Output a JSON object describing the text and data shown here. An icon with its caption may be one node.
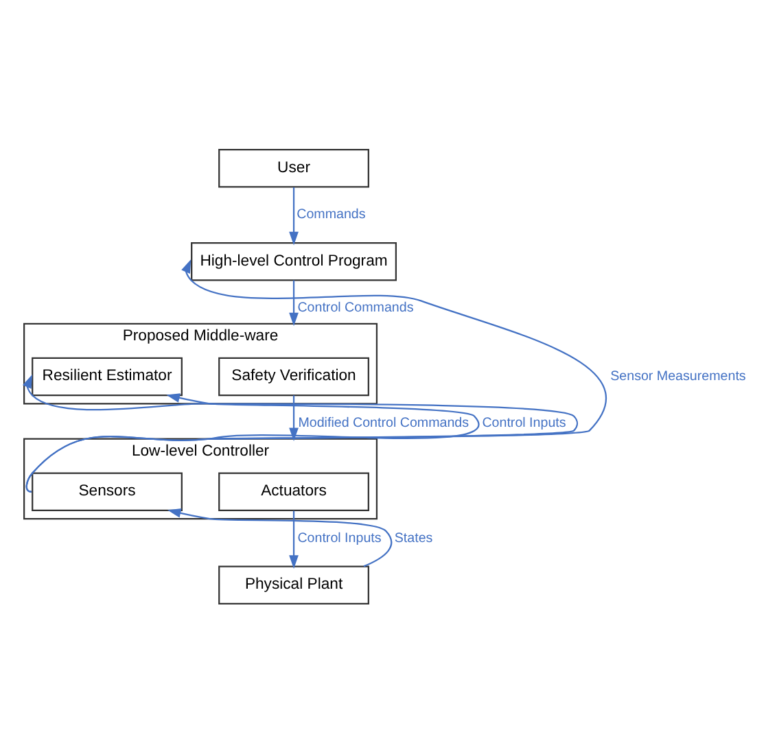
{
  "diagram": {
    "nodes": [
      {
        "text": [
          "User"
        ]
      },
      {
        "text": [
          "High-level Control Program"
        ]
      },
      {
        "text": [
          "Proposed Middle-ware"
        ]
      },
      {
        "text": [
          "Resilient Estimator"
        ],
        "in": 2
      },
      {
        "text": [
          "Safety Verification"
        ],
        "in": 2
      },
      {
        "text": [
          "Low-level Controller"
        ]
      },
      {
        "text": [
          "Sensors"
        ],
        "in": 5
      },
      {
        "text": [
          "Actuators"
        ],
        "in": 5
      },
      {
        "text": [
          "Physical Plant"
        ]
      }
    ],
    "edges": [
      {
        "from": 0,
        "to": 1,
        "arrow": "to",
        "label": "Commands"
      },
      {
        "from": 1,
        "to": 2,
        "arrow": "to",
        "label": "Control Commands"
      },
      {
        "from": 4,
        "to": 5,
        "arrow": "to",
        "label": "Modified Control Commands"
      },
      {
        "from": 5,
        "to": 3,
        "arrow": "to",
        "label": "Control Inputs"
      },
      {
        "from": 7,
        "to": 8,
        "arrow": "to",
        "label": "Control Inputs"
      },
      {
        "from": 8,
        "to": 6,
        "arrow": "to",
        "label": "States"
      },
      {
        "from": 6,
        "to": 1,
        "arrow": "to",
        "label": "Sensor Measurements"
      },
      {
        "from": 6,
        "to": 3,
        "arrow": "to"
      }
    ]
  }
}
